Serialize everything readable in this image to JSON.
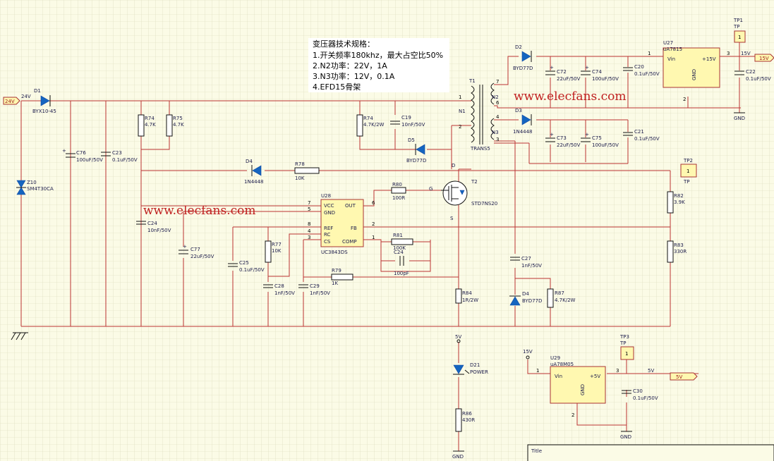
{
  "spec_note": {
    "title": "变压器技术规格：",
    "lines": [
      "1.开关频率180khz，最大占空比50%",
      "2.N2功率：22V，1A",
      "3.N3功率：12V，0.1A",
      "4.EFD15骨架"
    ]
  },
  "watermarks": [
    "www.elecfans.com",
    "www.elecfans.com"
  ],
  "nets": {
    "in_24v": "24V",
    "net_24v_label": "24V",
    "out_15v": "15V",
    "net_15v_label": "15V",
    "out_5v": "5V",
    "net_5v_label": "5V",
    "net_15v_top": "15V",
    "net_5v_mid": "5V",
    "gnd_a": "GND",
    "gnd_b": "GND",
    "gnd_c": "GND",
    "gate": "G"
  },
  "parts": {
    "D1": {
      "ref": "D1",
      "val": "BYX10-45"
    },
    "C76": {
      "ref": "C76",
      "val": "100uF/50V"
    },
    "C23": {
      "ref": "C23",
      "val": "0.1uF/50V"
    },
    "Z10": {
      "ref": "Z10",
      "val": "SM4T30CA"
    },
    "R74a": {
      "ref": "R74",
      "val": "4.7K"
    },
    "R75": {
      "ref": "R75",
      "val": "4.7K"
    },
    "R74b": {
      "ref": "R74",
      "val": "4.7K/2W"
    },
    "C19": {
      "ref": "C19",
      "val": "10nF/50V"
    },
    "D5": {
      "ref": "D5",
      "val": "BYD77D"
    },
    "T1": {
      "ref": "T1",
      "val": "TRANS5"
    },
    "N1": {
      "ref": "N1"
    },
    "N2": {
      "ref": "N2"
    },
    "N3": {
      "ref": "N3"
    },
    "D4a": {
      "ref": "D4",
      "val": "1N4448"
    },
    "R78": {
      "ref": "R78",
      "val": "10K"
    },
    "U28": {
      "ref": "U28",
      "val": "UC3843DS",
      "pins": [
        "VCC",
        "GND",
        "REF",
        "RC",
        "CS",
        "OUT",
        "FB",
        "COMP"
      ]
    },
    "R80": {
      "ref": "R80",
      "val": "100R"
    },
    "T2": {
      "ref": "T2",
      "val": "STD7NS20"
    },
    "R81": {
      "ref": "R81",
      "val": "100K"
    },
    "C24b": {
      "ref": "C24",
      "val": "100pF"
    },
    "C24": {
      "ref": "C24",
      "val": "10nF/50V"
    },
    "C77": {
      "ref": "C77",
      "val": "22uF/50V"
    },
    "C25": {
      "ref": "C25",
      "val": "0.1uF/50V"
    },
    "R77": {
      "ref": "R77",
      "val": "10K"
    },
    "C28": {
      "ref": "C28",
      "val": "1nF/50V"
    },
    "C29": {
      "ref": "C29",
      "val": "1nF/50V"
    },
    "R79": {
      "ref": "R79",
      "val": "1K"
    },
    "R84": {
      "ref": "R84",
      "val": "1R/2W"
    },
    "C27": {
      "ref": "C27",
      "val": "1nF/50V"
    },
    "D4b": {
      "ref": "D4",
      "val": "BYD77D"
    },
    "R87": {
      "ref": "R87",
      "val": "4.7K/2W"
    },
    "D2": {
      "ref": "D2",
      "val": "BYD77D"
    },
    "C72": {
      "ref": "C72",
      "val": "22uF/50V"
    },
    "C74": {
      "ref": "C74",
      "val": "100uF/50V"
    },
    "C20": {
      "ref": "C20",
      "val": "0.1uF/50V"
    },
    "U27": {
      "ref": "U27",
      "val": "uA7815",
      "vin": "Vin",
      "out": "+15V",
      "gnd": "GND"
    },
    "C22": {
      "ref": "C22",
      "val": "0.1uF/50V"
    },
    "TP1": {
      "ref": "TP1",
      "val": "TP",
      "pin": "1"
    },
    "D3": {
      "ref": "D3",
      "val": "1N4448"
    },
    "C73": {
      "ref": "C73",
      "val": "22uF/50V"
    },
    "C75": {
      "ref": "C75",
      "val": "100uF/50V"
    },
    "C21": {
      "ref": "C21",
      "val": "0.1uF/50V"
    },
    "TP2": {
      "ref": "TP2",
      "val": "TP",
      "pin": "1"
    },
    "R82": {
      "ref": "R82",
      "val": "3.9K"
    },
    "R83": {
      "ref": "R83",
      "val": "330R"
    },
    "D21": {
      "ref": "D21",
      "val": "POWER"
    },
    "R86": {
      "ref": "R86",
      "val": "430R"
    },
    "U29": {
      "ref": "U29",
      "val": "uA78M05",
      "vin": "Vin",
      "out": "+5V",
      "gnd": "GND"
    },
    "C30": {
      "ref": "C30",
      "val": "0.1uF/50V"
    },
    "TP3": {
      "ref": "TP3",
      "val": "TP",
      "pin": "1"
    }
  },
  "pin_numbers": {
    "p1": "1",
    "p2": "2",
    "p3": "3",
    "p4": "4",
    "p5": "5",
    "p6": "6",
    "p7": "7",
    "p8": "8",
    "n1": "1",
    "n2": "2",
    "n3": "3"
  },
  "titleblock": {
    "title_label": "Title"
  }
}
